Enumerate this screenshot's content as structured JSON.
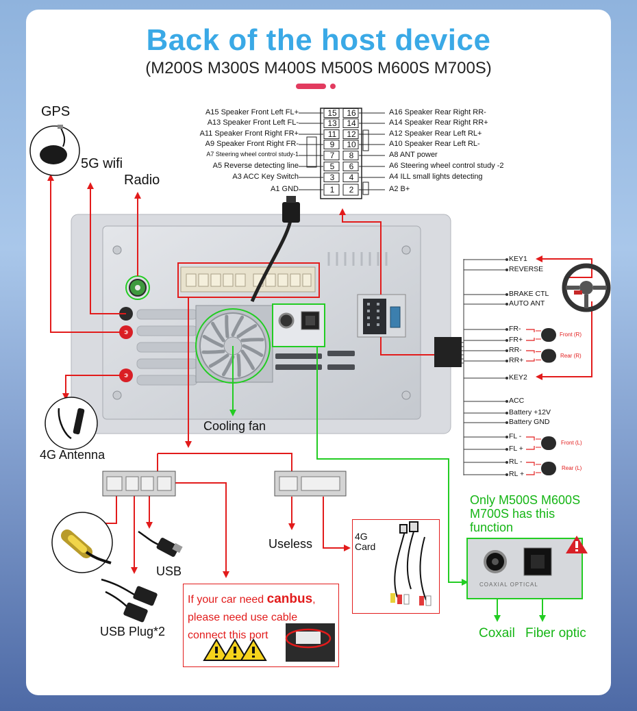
{
  "header": {
    "title": "Back of the host device",
    "subtitle": "(M200S M300S M400S M500S M600S M700S)"
  },
  "pinout": {
    "left": [
      {
        "code": "A15",
        "label": "Speaker Front Left FL+"
      },
      {
        "code": "A13",
        "label": "Speaker Front Left FL-"
      },
      {
        "code": "A11",
        "label": "Speaker Front Right FR+"
      },
      {
        "code": "A9",
        "label": "Speaker Front Right FR-"
      },
      {
        "code": "A7",
        "label": "Steering wheel control study-1"
      },
      {
        "code": "A5",
        "label": "Reverse detecting line"
      },
      {
        "code": "A3",
        "label": "ACC Key Switch"
      },
      {
        "code": "A1",
        "label": "GND"
      }
    ],
    "right": [
      {
        "code": "A16",
        "label": "Speaker Rear Right RR-"
      },
      {
        "code": "A14",
        "label": "Speaker Rear Right RR+"
      },
      {
        "code": "A12",
        "label": "Speaker Rear Left RL+"
      },
      {
        "code": "A10",
        "label": "Speaker Rear Left RL-"
      },
      {
        "code": "A8",
        "label": "ANT power"
      },
      {
        "code": "A6",
        "label": "Steering wheel control study -2"
      },
      {
        "code": "A4",
        "label": "ILL small lights detecting"
      },
      {
        "code": "A2",
        "label": "B+"
      }
    ],
    "pins_left": [
      "15",
      "13",
      "11",
      "9",
      "7",
      "5",
      "3",
      "1"
    ],
    "pins_right": [
      "16",
      "14",
      "12",
      "10",
      "8",
      "6",
      "4",
      "2"
    ]
  },
  "labels": {
    "gps": "GPS",
    "wifi": "5G wifi",
    "radio": "Radio",
    "cooling_fan": "Cooling fan",
    "antenna_4g": "4G Antenna",
    "usb": "USB",
    "usb_plug": "USB Plug*2",
    "useless": "Useless",
    "card_4g": "4G\nCard",
    "coaxial": "Coxail",
    "fiber": "Fiber optic",
    "only_models": "Only M500S M600S\nM700S has this\nfunction",
    "panel_coaxial": "COAXIAL  OPTICAL"
  },
  "canbus": {
    "line1_prefix": "If your car need ",
    "line1_bold": "canbus",
    "line1_suffix": ",",
    "line2": "please need use cable",
    "line3": "connect this port"
  },
  "harness": {
    "wires": [
      "KEY1",
      "REVERSE",
      "BRAKE CTL",
      "AUTO ANT",
      "FR-",
      "FR+",
      "RR-",
      "RR+",
      "KEY2",
      "ACC",
      "Battery +12V",
      "Battery GND",
      "FL -",
      "FL +",
      "RL -",
      "RL +"
    ],
    "speakers": [
      "Front (R)",
      "Rear (R)",
      "Front (L)",
      "Rear (L)"
    ]
  },
  "colors": {
    "title": "#3aa9e6",
    "accent": "#e23b5f",
    "arrow": "#e21b1b",
    "highlight": "#22cc22"
  }
}
